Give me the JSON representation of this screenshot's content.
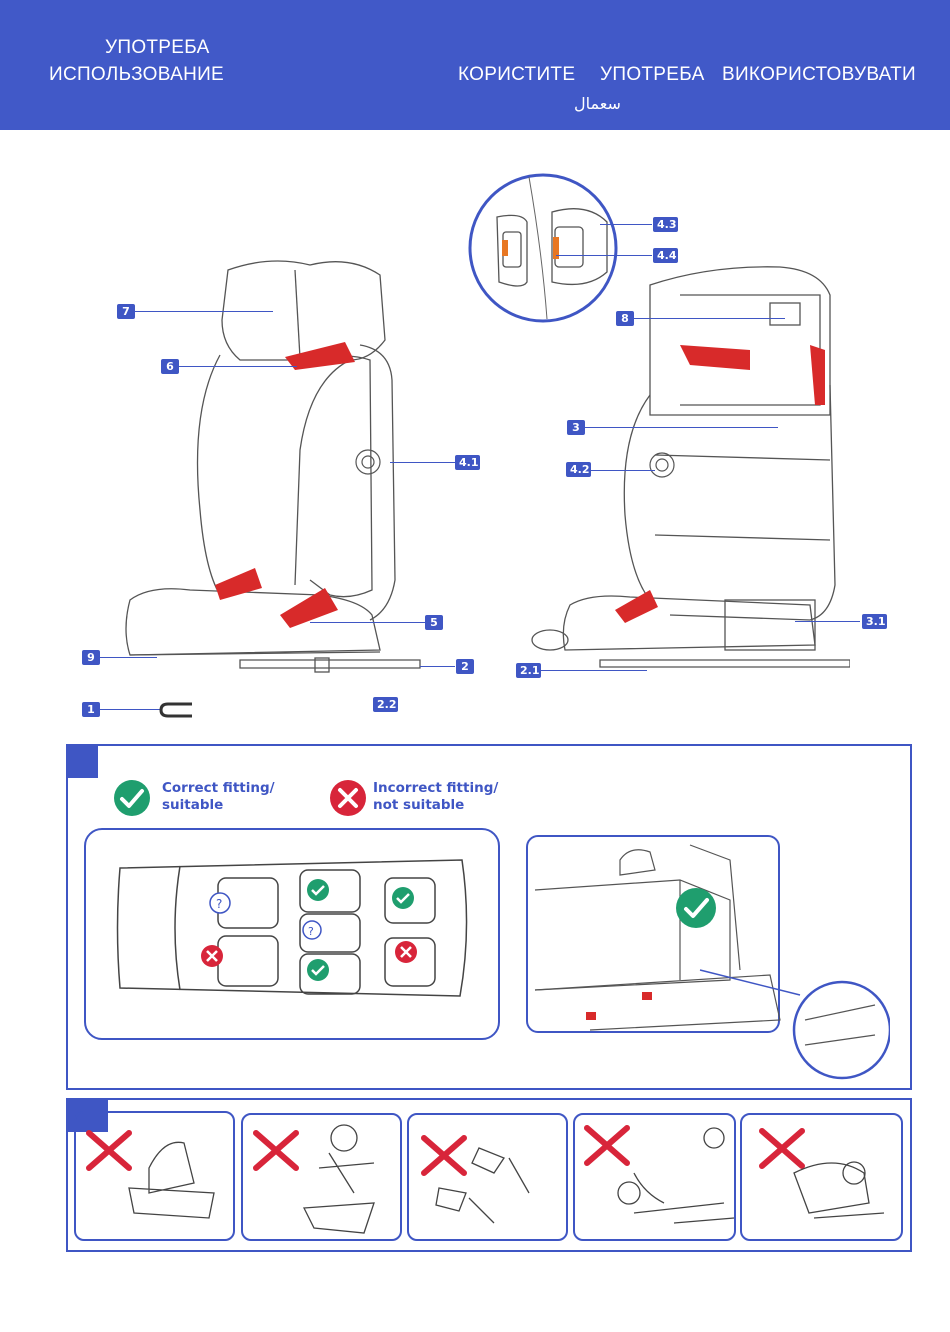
{
  "header": {
    "title_line1": "УПОТРЕБА",
    "title_line2": "ИСПОЛЬЗОВАНИЕ",
    "lang_sr": "КОРИСТИТЕ",
    "lang_mk": "УПОТРЕБА",
    "lang_uk": "ВИКОРИСТОВУВАТИ",
    "lang_ar": "سعمال"
  },
  "callouts": {
    "c7": "7",
    "c6": "6",
    "c41": "4.1",
    "c5": "5",
    "c9": "9",
    "c2": "2",
    "c22": "2.2",
    "c1": "1",
    "c43": "4.3",
    "c44": "4.4",
    "c8": "8",
    "c3": "3",
    "c42": "4.2",
    "c31": "3.1",
    "c21": "2.1"
  },
  "legend": {
    "correct_line1": "Correct fitting/",
    "correct_line2": "suitable",
    "incorrect_line1": "Incorrect fitting/",
    "incorrect_line2": "not suitable"
  },
  "colors": {
    "brand_blue": "#4159c8",
    "seat_red": "#d82a2a",
    "ok_green": "#1f9e6e",
    "bad_red": "#d8253a"
  },
  "icons": [
    "check-icon",
    "cross-icon",
    "question-icon"
  ]
}
